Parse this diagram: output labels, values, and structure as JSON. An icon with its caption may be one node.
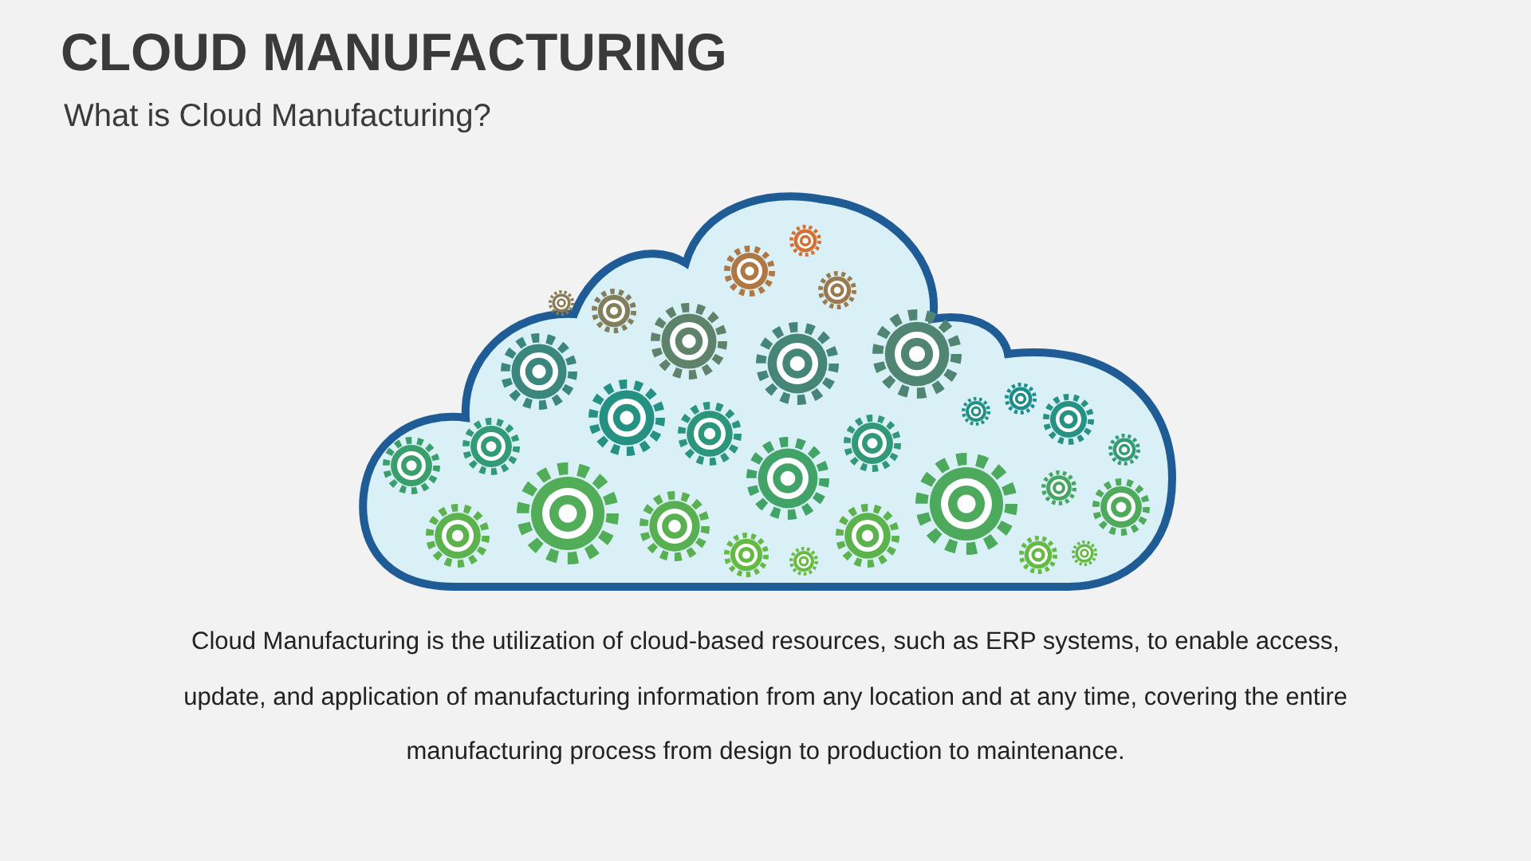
{
  "diagram": {
    "title": "CLOUD MANUFACTURING",
    "labels": [
      "What is Cloud Manufacturing?",
      "Cloud Manufacturing is the utilization of cloud-based resources, such as ERP systems, to enable access, update, and application of manufacturing information from any location and at any time, covering the entire manufacturing process from design to production to maintenance."
    ]
  }
}
